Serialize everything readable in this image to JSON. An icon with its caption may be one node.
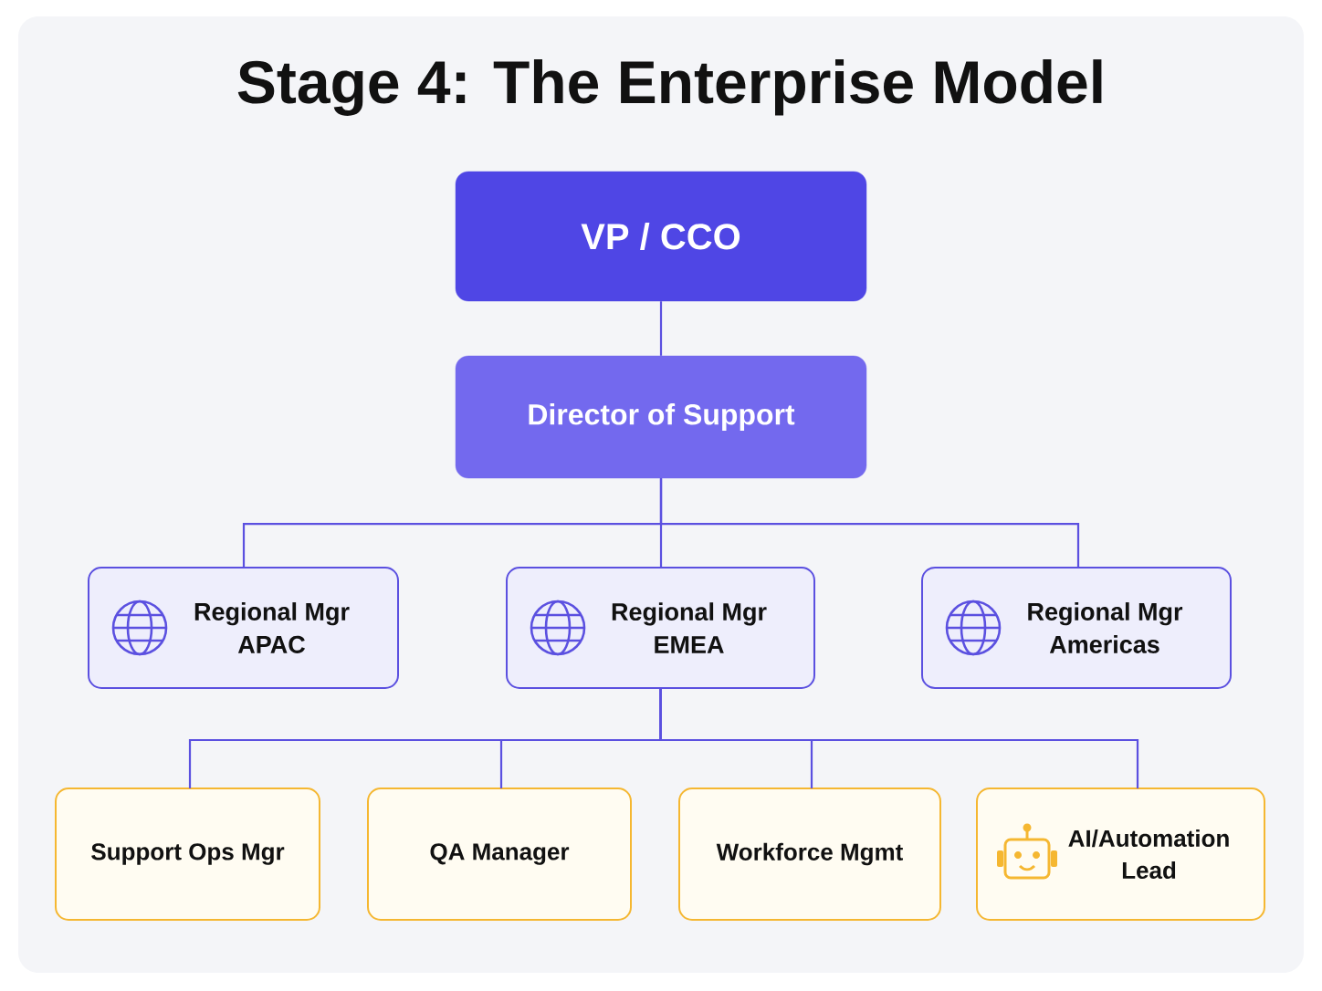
{
  "diagram": {
    "title": "Stage 4: The Enterprise Model",
    "nodes": [
      {
        "text": [
          "VP / CCO"
        ]
      },
      {
        "text": [
          "Director of Support"
        ]
      },
      {
        "text": [
          "Regional Mgr APAC"
        ]
      },
      {
        "text": [
          "Regional Mgr EMEA"
        ]
      },
      {
        "text": [
          "Regional Mgr Americas"
        ]
      },
      {
        "text": [
          "Support Ops Mgr"
        ]
      },
      {
        "text": [
          "QA Manager"
        ]
      },
      {
        "text": [
          "Workforce Mgmt"
        ]
      },
      {
        "text": [
          "AI/Automation Lead"
        ]
      }
    ],
    "edges": [
      {
        "from": 0,
        "to": 1,
        "arrow": "none"
      },
      {
        "from": 1,
        "to": 2,
        "arrow": "none"
      },
      {
        "from": 1,
        "to": 3,
        "arrow": "none"
      },
      {
        "from": 1,
        "to": 4,
        "arrow": "none"
      },
      {
        "from": 3,
        "to": 5,
        "arrow": "none"
      },
      {
        "from": 3,
        "to": 6,
        "arrow": "none"
      },
      {
        "from": 3,
        "to": 7,
        "arrow": "none"
      },
      {
        "from": 3,
        "to": 8,
        "arrow": "none"
      }
    ]
  }
}
